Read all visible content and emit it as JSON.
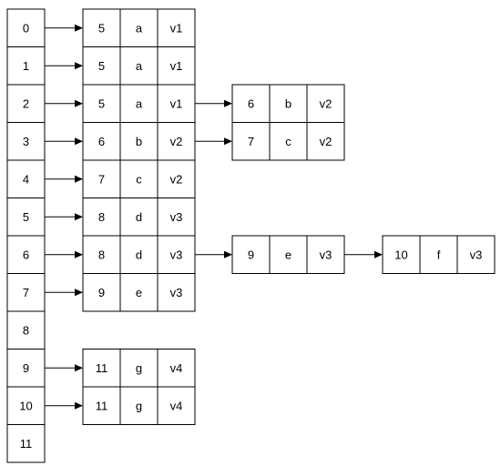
{
  "index_column": [
    "0",
    "1",
    "2",
    "3",
    "4",
    "5",
    "6",
    "7",
    "8",
    "9",
    "10",
    "11"
  ],
  "records": [
    {
      "index": "0",
      "entries": [
        [
          "5",
          "a",
          "v1"
        ]
      ]
    },
    {
      "index": "1",
      "entries": [
        [
          "5",
          "a",
          "v1"
        ]
      ]
    },
    {
      "index": "2",
      "entries": [
        [
          "5",
          "a",
          "v1"
        ],
        [
          "6",
          "b",
          "v2"
        ]
      ]
    },
    {
      "index": "3",
      "entries": [
        [
          "6",
          "b",
          "v2"
        ],
        [
          "7",
          "c",
          "v2"
        ]
      ]
    },
    {
      "index": "4",
      "entries": [
        [
          "7",
          "c",
          "v2"
        ]
      ]
    },
    {
      "index": "5",
      "entries": [
        [
          "8",
          "d",
          "v3"
        ]
      ]
    },
    {
      "index": "6",
      "entries": [
        [
          "8",
          "d",
          "v3"
        ],
        [
          "9",
          "e",
          "v3"
        ],
        [
          "10",
          "f",
          "v3"
        ]
      ]
    },
    {
      "index": "7",
      "entries": [
        [
          "9",
          "e",
          "v3"
        ]
      ]
    },
    {
      "index": "8",
      "entries": []
    },
    {
      "index": "9",
      "entries": [
        [
          "11",
          "g",
          "v4"
        ]
      ]
    },
    {
      "index": "10",
      "entries": [
        [
          "11",
          "g",
          "v4"
        ]
      ]
    },
    {
      "index": "11",
      "entries": []
    }
  ]
}
